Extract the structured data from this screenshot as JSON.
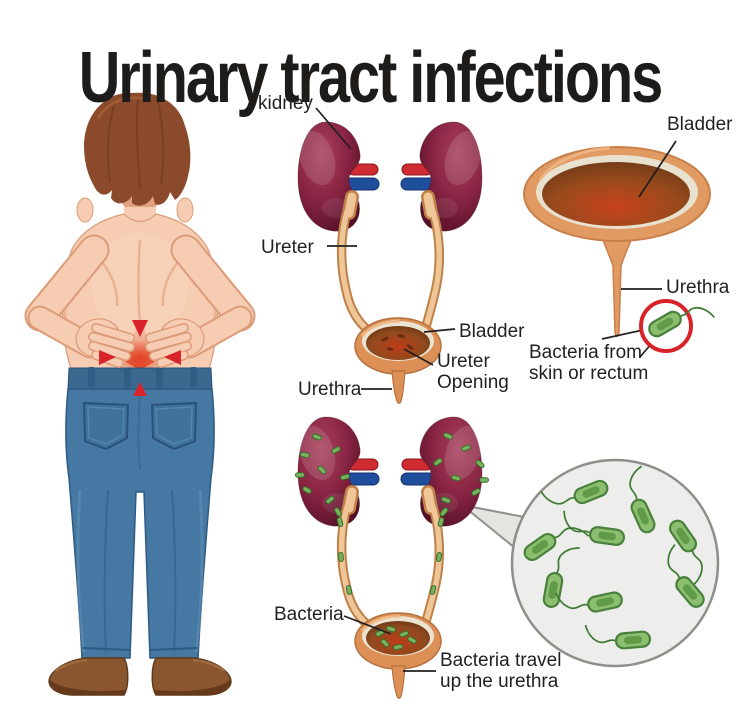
{
  "title": "Urinary tract infections",
  "palette": {
    "text": "#231f20",
    "kidney_maroon": "#8a2544",
    "vessel_red": "#cf2b32",
    "vessel_blue": "#1f4e9c",
    "ureter_tan": "#eec697",
    "bladder_rim_tan": "#dd9055",
    "bladder_interior_red": "#bf3c18",
    "bacteria_green": "#8cbe70",
    "alert_red": "#d8232a",
    "skin": "#f6cdb2",
    "hair_brown": "#8a4a2b",
    "jeans_blue": "#4578a2",
    "shoe_brown": "#8a5630",
    "magnifier_gray": "#ededeb"
  },
  "labels": {
    "upper_diagram": {
      "kidney": "kidney",
      "ureter": "Ureter",
      "bladder": "Bladder",
      "ureter_opening": "Ureter Opening",
      "urethra": "Urethra"
    },
    "funnel_diagram": {
      "bladder": "Bladder",
      "urethra": "Urethra",
      "bacteria_source": "Bacteria from skin or rectum"
    },
    "lower_diagram": {
      "bacteria": "Bacteria",
      "bacteria_travel": "Bacteria travel up the urethra"
    }
  }
}
